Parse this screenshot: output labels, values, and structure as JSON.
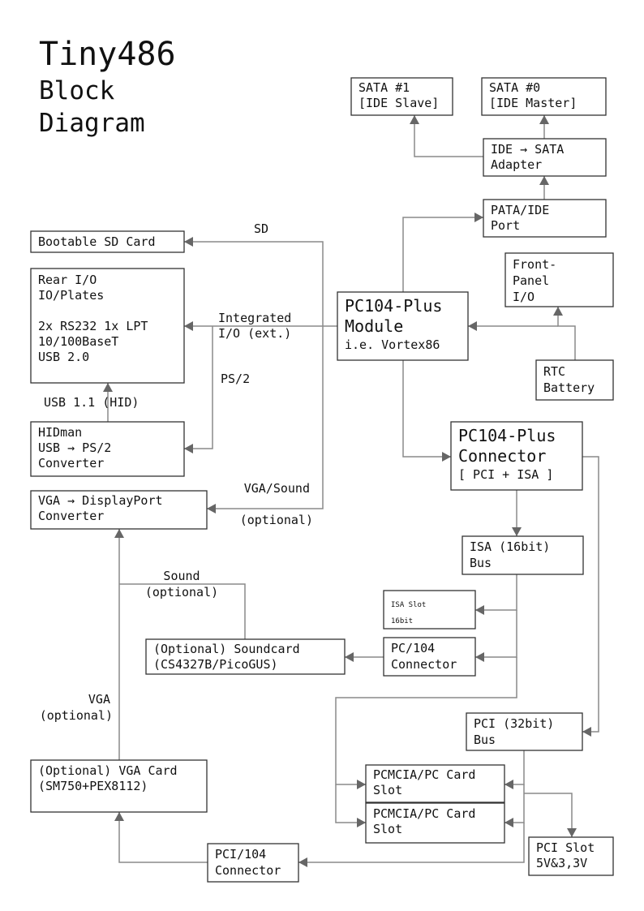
{
  "title": {
    "line1": "Tiny486",
    "line2": "Block",
    "line3": "Diagram"
  },
  "colors": {
    "box_stroke": "#333333",
    "wire": "#8a8a8a",
    "arrow": "#666666",
    "text": "#111111",
    "background": "#ffffff"
  },
  "nodes": [
    {
      "id": "sata1",
      "lines": [
        "SATA #1",
        "[IDE Slave]"
      ]
    },
    {
      "id": "sata0",
      "lines": [
        "SATA #0",
        "[IDE Master]"
      ]
    },
    {
      "id": "ide_sata",
      "lines": [
        "IDE → SATA",
        "Adapter"
      ]
    },
    {
      "id": "pata",
      "lines": [
        "PATA/IDE",
        "Port"
      ]
    },
    {
      "id": "frontpanel",
      "lines": [
        "Front-",
        "Panel",
        "I/O"
      ]
    },
    {
      "id": "module",
      "lines": [
        "PC104-Plus",
        "Module",
        "i.e. Vortex86"
      ]
    },
    {
      "id": "rtc",
      "lines": [
        "RTC",
        "Battery"
      ]
    },
    {
      "id": "sdcard",
      "lines": [
        "Bootable SD Card"
      ]
    },
    {
      "id": "reario",
      "lines": [
        "Rear I/O",
        "IO/Plates",
        "",
        "2x RS232 1x LPT",
        "10/100BaseT",
        "USB 2.0"
      ]
    },
    {
      "id": "hidman",
      "lines": [
        "HIDman",
        "USB → PS/2",
        "Converter"
      ]
    },
    {
      "id": "vga_dp",
      "lines": [
        "VGA → DisplayPort",
        "Converter"
      ]
    },
    {
      "id": "connector",
      "lines": [
        "PC104-Plus",
        "Connector",
        "[ PCI + ISA ]"
      ]
    },
    {
      "id": "isabus",
      "lines": [
        "ISA (16bit)",
        "Bus"
      ]
    },
    {
      "id": "isaslot",
      "lines": [
        "ISA Slot",
        "16bit"
      ]
    },
    {
      "id": "pc104conn",
      "lines": [
        "PC/104",
        "Connector"
      ]
    },
    {
      "id": "soundcard",
      "lines": [
        "(Optional) Soundcard",
        "(CS4327B/PicoGUS)"
      ]
    },
    {
      "id": "pcibus",
      "lines": [
        "PCI (32bit)",
        "Bus"
      ]
    },
    {
      "id": "pcmcia1",
      "lines": [
        "PCMCIA/PC Card",
        "Slot"
      ]
    },
    {
      "id": "pcmcia2",
      "lines": [
        "PCMCIA/PC Card",
        "Slot"
      ]
    },
    {
      "id": "pcislot",
      "lines": [
        "PCI Slot",
        "5V&3,3V"
      ]
    },
    {
      "id": "vgacard",
      "lines": [
        "(Optional) VGA Card",
        "(SM750+PEX8112)"
      ]
    },
    {
      "id": "pci104",
      "lines": [
        "PCI/104",
        "Connector"
      ]
    }
  ],
  "labels": [
    {
      "id": "sd",
      "text": "SD"
    },
    {
      "id": "integrated1",
      "text": "Integrated"
    },
    {
      "id": "integrated2",
      "text": "I/O (ext.)"
    },
    {
      "id": "ps2",
      "text": "PS/2"
    },
    {
      "id": "usb11",
      "text": "USB 1.1 (HID)"
    },
    {
      "id": "vgasound",
      "text": "VGA/Sound"
    },
    {
      "id": "vgasound_opt",
      "text": "(optional)"
    },
    {
      "id": "sound",
      "text": "Sound"
    },
    {
      "id": "sound_opt",
      "text": "(optional)"
    },
    {
      "id": "vga",
      "text": "VGA"
    },
    {
      "id": "vga_opt",
      "text": "(optional)"
    }
  ],
  "edges": [
    {
      "from": "ide_sata",
      "to": "sata1"
    },
    {
      "from": "ide_sata",
      "to": "sata0"
    },
    {
      "from": "pata",
      "to": "ide_sata"
    },
    {
      "from": "module",
      "to": "pata"
    },
    {
      "from": "rtc",
      "to": "frontpanel"
    },
    {
      "from": "rtc",
      "to": "module"
    },
    {
      "from": "module",
      "to": "sdcard",
      "label": "SD"
    },
    {
      "from": "module",
      "to": "reario",
      "label": "Integrated I/O (ext.)"
    },
    {
      "from": "module",
      "to": "hidman",
      "label": "PS/2"
    },
    {
      "from": "hidman",
      "to": "reario",
      "label": "USB 1.1 (HID)"
    },
    {
      "from": "module",
      "to": "vga_dp",
      "label": "VGA/Sound (optional)"
    },
    {
      "from": "module",
      "to": "connector"
    },
    {
      "from": "connector",
      "to": "isabus"
    },
    {
      "from": "connector",
      "to": "pcibus"
    },
    {
      "from": "isabus",
      "to": "isaslot"
    },
    {
      "from": "isabus",
      "to": "pc104conn"
    },
    {
      "from": "isabus",
      "to": "pcmcia1"
    },
    {
      "from": "isabus",
      "to": "pcmcia2"
    },
    {
      "from": "pc104conn",
      "to": "soundcard"
    },
    {
      "from": "soundcard",
      "to": "vga_dp",
      "label": "Sound (optional)"
    },
    {
      "from": "vgacard",
      "to": "vga_dp",
      "label": "VGA (optional)"
    },
    {
      "from": "pcibus",
      "to": "pcmcia1"
    },
    {
      "from": "pcibus",
      "to": "pcmcia2"
    },
    {
      "from": "pcibus",
      "to": "pcislot"
    },
    {
      "from": "pcibus",
      "to": "pci104"
    },
    {
      "from": "pci104",
      "to": "vgacard"
    }
  ]
}
